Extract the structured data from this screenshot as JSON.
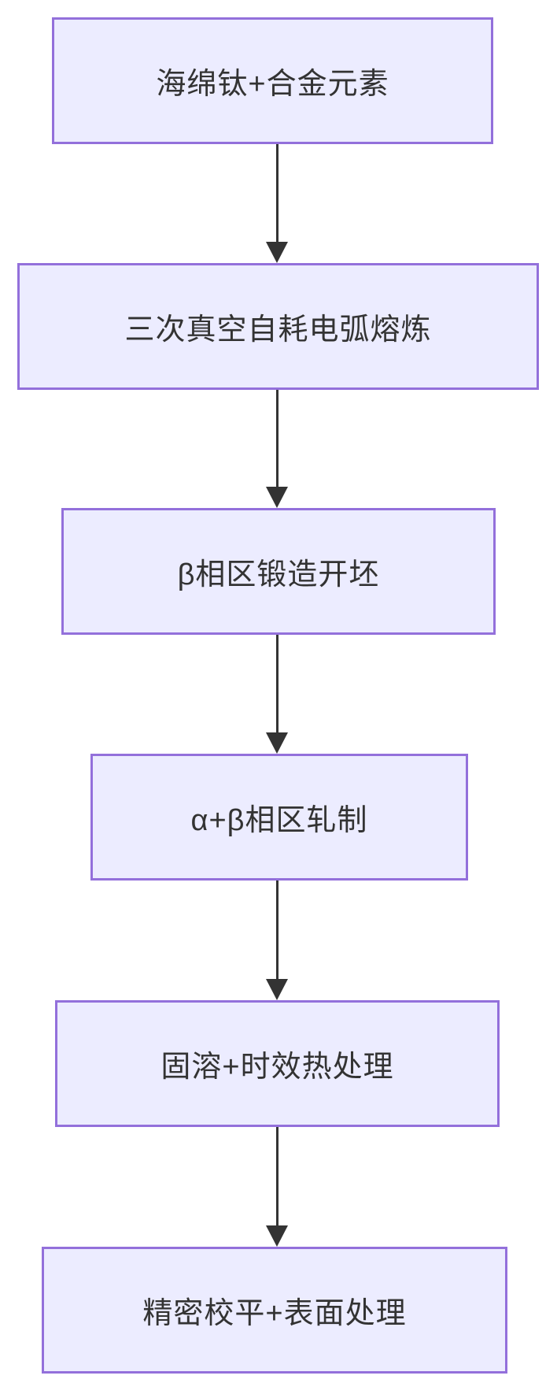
{
  "diagram": {
    "type": "flowchart",
    "direction": "top-down",
    "steps": [
      {
        "label": "海绵钛+合金元素"
      },
      {
        "label": "三次真空自耗电弧熔炼"
      },
      {
        "label": "β相区锻造开坯"
      },
      {
        "label": "α+β相区轧制"
      },
      {
        "label": "固溶+时效热处理"
      },
      {
        "label": "精密校平+表面处理"
      }
    ],
    "colors": {
      "node_fill": "#ECECFF",
      "node_border": "#9370DB",
      "text": "#333333",
      "arrow": "#333333",
      "background": "#FFFFFF"
    }
  }
}
